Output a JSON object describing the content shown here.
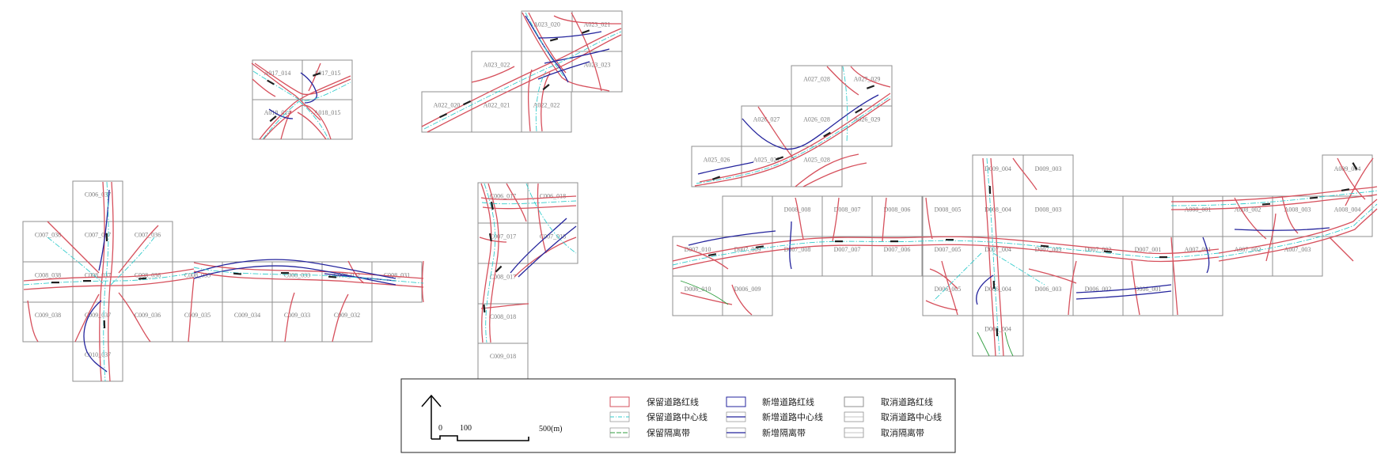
{
  "colors": {
    "kept_red": "#d6505c",
    "kept_center": "#33cccc",
    "kept_median": "#2f9e3f",
    "new_red": "#23239c",
    "new_center": "#23239c",
    "new_median": "#23239c",
    "cancel": "#8f8f8f",
    "grid": "#8f8f8f"
  },
  "map_cells": [
    "A017_014",
    "A017_015",
    "A018_014",
    "A018_015",
    "A023_020",
    "A023_021",
    "A023_022",
    "A023_023",
    "A022_020",
    "A022_021",
    "A022_022",
    "A027_028",
    "A027_029",
    "A026_027",
    "A026_028",
    "A026_029",
    "A025_026",
    "A025_027",
    "A025_028",
    "C006_017",
    "C006_018",
    "C007_017",
    "C007_018",
    "C008_017",
    "C008_018",
    "C009_018",
    "C006_037",
    "C007_038",
    "C007_037",
    "C007_036",
    "C008_038",
    "C008_037",
    "C008_036",
    "C008_035",
    "C008_033",
    "C008_032",
    "C008_031",
    "C009_038",
    "C009_037",
    "C009_036",
    "C009_035",
    "C009_034",
    "C009_033",
    "C009_032",
    "C010_037",
    "D009_004",
    "D009_003",
    "D008_008",
    "D008_007",
    "D008_006",
    "D008_005",
    "D008_004",
    "D008_003",
    "D007_010",
    "D007_009",
    "D007_008",
    "D007_007",
    "D007_006",
    "D007_005",
    "D007_004",
    "D007_003",
    "D007_002",
    "D007_001",
    "D006_010",
    "D006_009",
    "D006_005",
    "D006_004",
    "D006_003",
    "D006_002",
    "D006_001",
    "D005_004",
    "A009_004",
    "A008_001",
    "A008_002",
    "A008_003",
    "A008_004",
    "A007_001",
    "A007_002",
    "A007_003"
  ],
  "legend": {
    "scale": {
      "zero": "0",
      "mid": "100",
      "end": "500(m)"
    },
    "items": [
      "保留道路红线",
      "保留道路中心线",
      "保留隔离带",
      "新增道路红线",
      "新增道路中心线",
      "新增隔离带",
      "取消道路红线",
      "取消道路中心线",
      "取消隔离带"
    ]
  }
}
